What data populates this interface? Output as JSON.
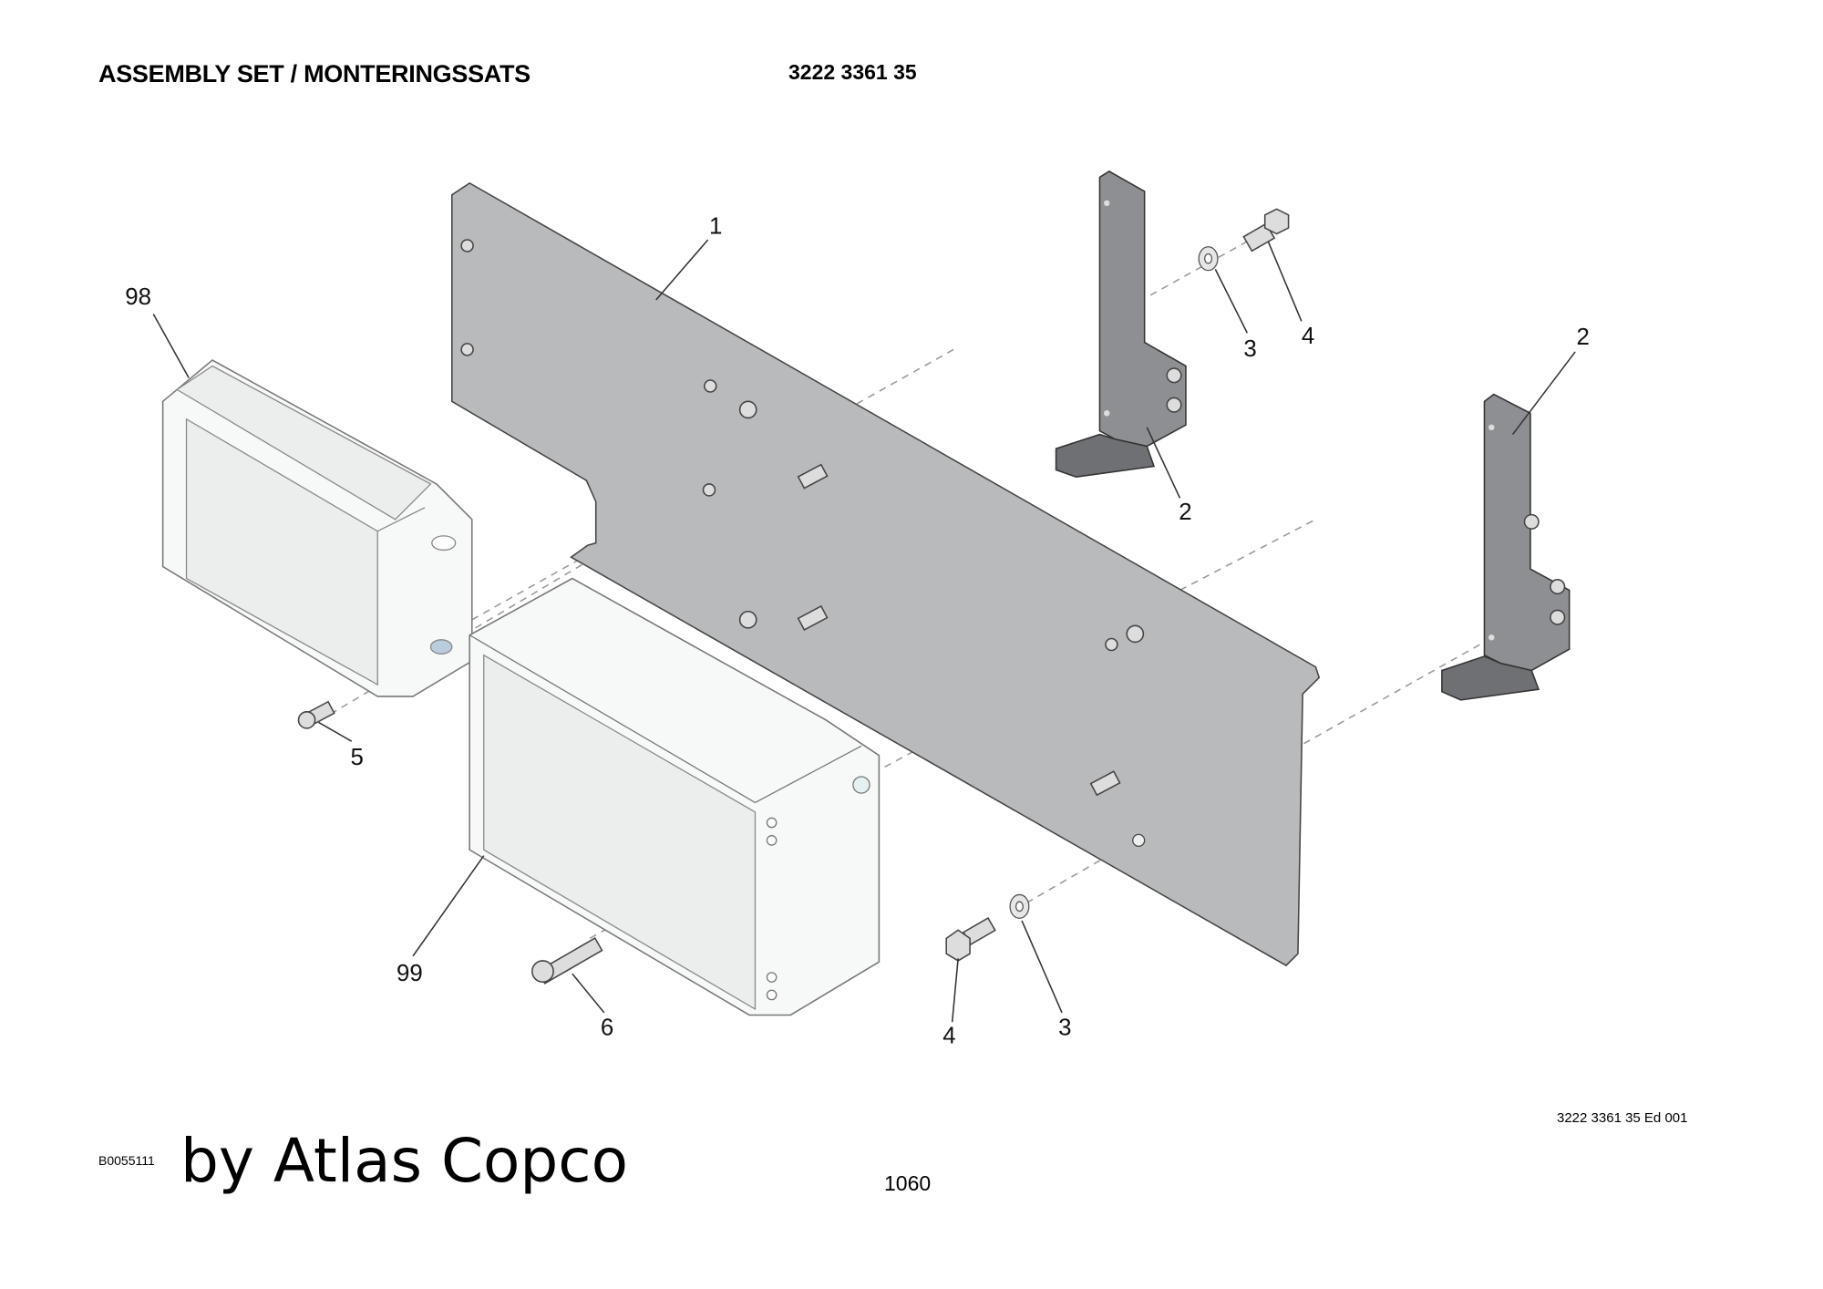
{
  "header": {
    "title": "ASSEMBLY SET / MONTERINGSSATS",
    "part_number": "3222 3361 35"
  },
  "footer": {
    "edition": "3222 3361 35 Ed 001",
    "image_id": "B0055111",
    "brand": "by Atlas Copco",
    "page_number": "1060"
  },
  "callouts": {
    "plate": "1",
    "bracket_top": "2",
    "bracket_top_right": "2",
    "bracket_right": "2",
    "washer_top": "3",
    "bolt_top": "4",
    "washer_bottom": "3",
    "bolt_bottom": "4",
    "screw_left": "5",
    "screw_bottom": "6",
    "unit_98": "98",
    "unit_99": "99"
  },
  "colors": {
    "plate": "#b9babc",
    "bracket": "#8e8f93"
  }
}
